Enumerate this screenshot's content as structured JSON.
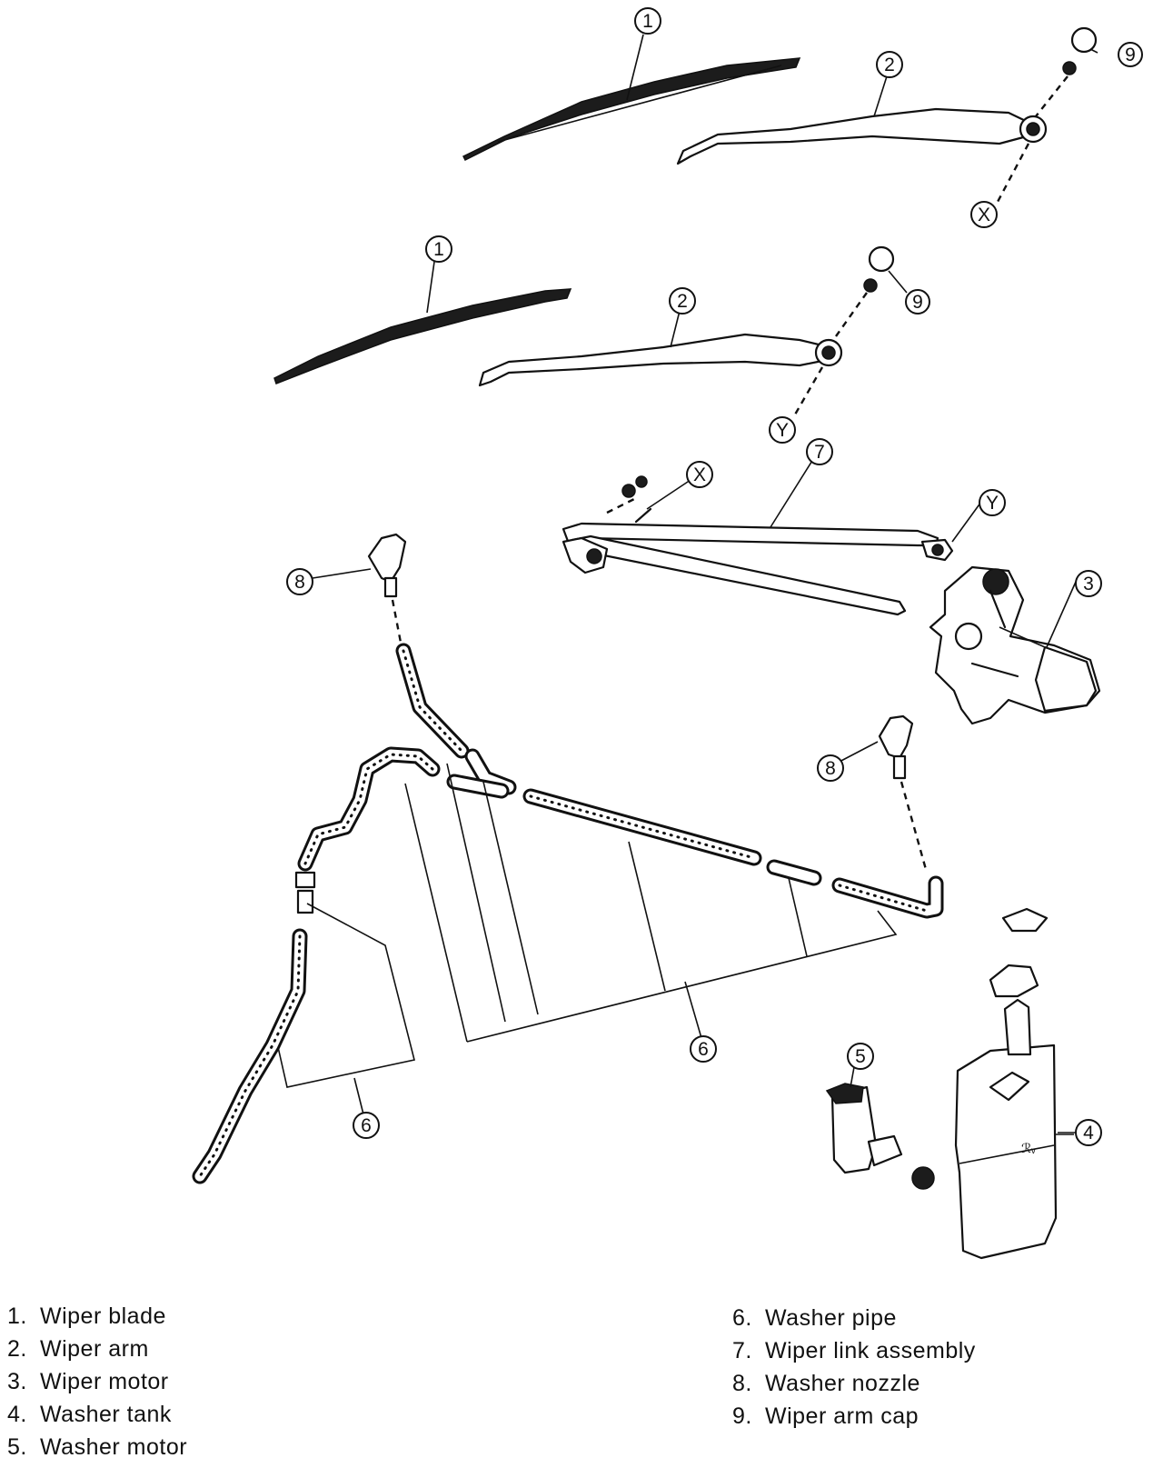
{
  "diagram": {
    "callouts": [
      {
        "id": "c1a",
        "label": "1"
      },
      {
        "id": "c2a",
        "label": "2"
      },
      {
        "id": "c9a",
        "label": "9"
      },
      {
        "id": "cXa",
        "label": "X"
      },
      {
        "id": "c1b",
        "label": "1"
      },
      {
        "id": "c2b",
        "label": "2"
      },
      {
        "id": "c9b",
        "label": "9"
      },
      {
        "id": "cYa",
        "label": "Y"
      },
      {
        "id": "c7",
        "label": "7"
      },
      {
        "id": "cXb",
        "label": "X"
      },
      {
        "id": "cYb",
        "label": "Y"
      },
      {
        "id": "c8a",
        "label": "8"
      },
      {
        "id": "c3",
        "label": "3"
      },
      {
        "id": "c8b",
        "label": "8"
      },
      {
        "id": "c6a",
        "label": "6"
      },
      {
        "id": "c6b",
        "label": "6"
      },
      {
        "id": "c5",
        "label": "5"
      },
      {
        "id": "c4",
        "label": "4"
      }
    ],
    "tank_mark": "ℛᵥ"
  },
  "legend": {
    "left": [
      {
        "num": "1.",
        "label": "Wiper blade"
      },
      {
        "num": "2.",
        "label": "Wiper arm"
      },
      {
        "num": "3.",
        "label": "Wiper motor"
      },
      {
        "num": "4.",
        "label": "Washer tank"
      },
      {
        "num": "5.",
        "label": "Washer motor"
      }
    ],
    "right": [
      {
        "num": "6.",
        "label": "Washer pipe"
      },
      {
        "num": "7.",
        "label": "Wiper link assembly"
      },
      {
        "num": "8.",
        "label": "Washer nozzle"
      },
      {
        "num": "9.",
        "label": "Wiper arm cap"
      }
    ]
  }
}
